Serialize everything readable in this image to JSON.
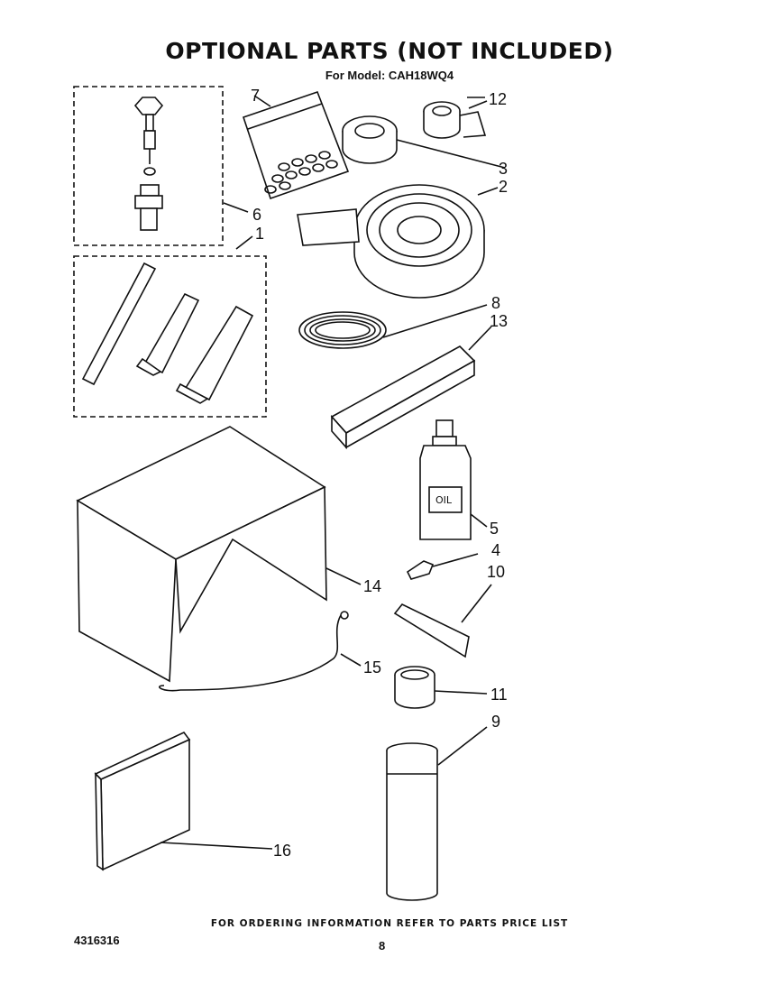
{
  "header": {
    "title": "OPTIONAL PARTS (NOT INCLUDED)",
    "subtitle": "For Model: CAH18WQ4"
  },
  "callouts": {
    "c1": "1",
    "c2": "2",
    "c3": "3",
    "c4": "4",
    "c5": "5",
    "c6": "6",
    "c7": "7",
    "c8": "8",
    "c9": "9",
    "c10": "10",
    "c11": "11",
    "c12": "12",
    "c13": "13",
    "c14": "14",
    "c15": "15",
    "c16": "16"
  },
  "labels": {
    "oil": "OIL"
  },
  "footer": {
    "ordering": "FOR ORDERING INFORMATION REFER TO PARTS PRICE LIST",
    "doc_number": "4316316",
    "page": "8"
  }
}
